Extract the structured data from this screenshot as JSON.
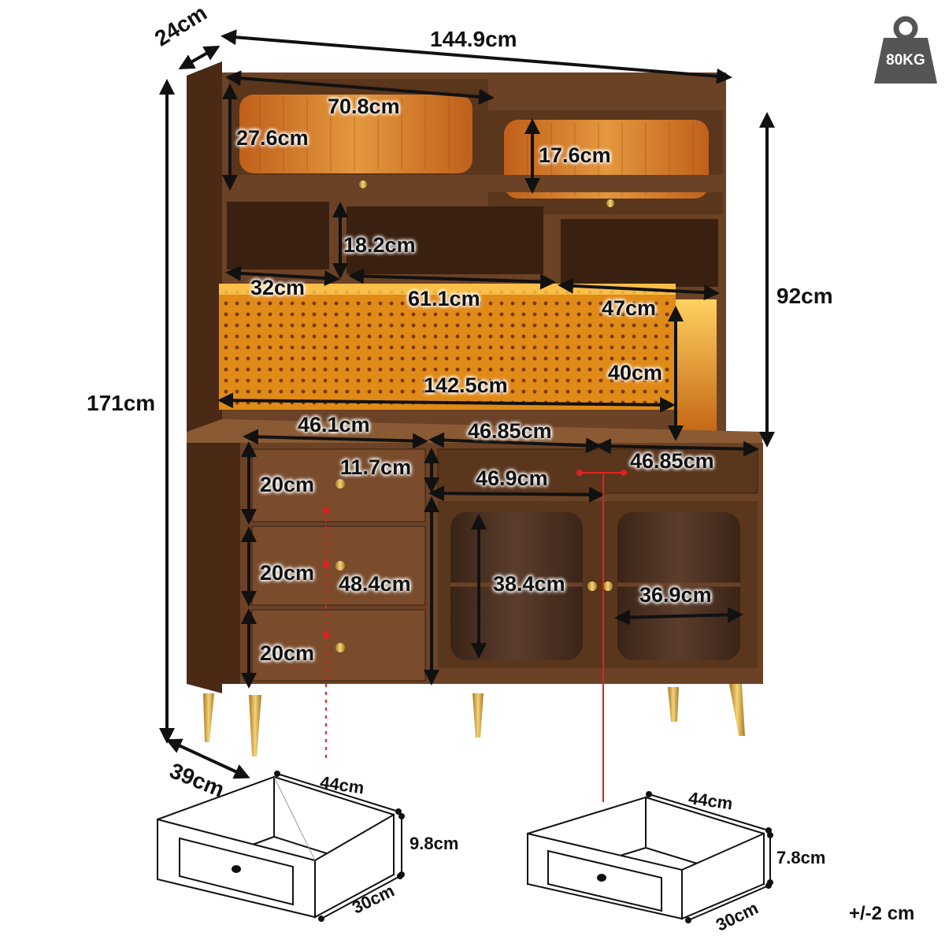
{
  "weight_badge": {
    "icon": "weight-icon",
    "label": "80KG",
    "color": "#555555"
  },
  "tolerance": "+/-2 cm",
  "colors": {
    "wood": "#6b4226",
    "wood_dark": "#3e2412",
    "gold": "#d4a93a",
    "led": "#f0a020",
    "arrow": "#111111",
    "guide": "#e02020"
  },
  "dimensions": {
    "total_width": "144.9cm",
    "depth_top": "24cm",
    "depth_bottom": "39cm",
    "total_height": "171cm",
    "hutch_height": "92cm",
    "top_cabinet_width": "70.8cm",
    "top_cabinet_height": "27.6cm",
    "top_door_height": "17.6cm",
    "open_shelf_height": "18.2cm",
    "left_shelf_width": "32cm",
    "mid_shelf_width": "61.1cm",
    "right_shelf_width": "47cm",
    "pegboard_height": "40cm",
    "pegboard_width": "142.5cm",
    "counter_left_width": "46.1cm",
    "counter_mid_width": "46.85cm",
    "right_drawer_width": "46.85cm",
    "drawer_front_height": "11.7cm",
    "cabinet_width": "46.9cm",
    "left_drawer_1": "20cm",
    "left_drawer_2": "20cm",
    "left_drawer_3": "20cm",
    "left_stack_height": "48.4cm",
    "cabinet_height": "38.4cm",
    "cabinet_shelf_width": "36.9cm"
  },
  "drawer_left": {
    "width": "44cm",
    "depth": "30cm",
    "height": "9.8cm"
  },
  "drawer_right": {
    "width": "44cm",
    "depth": "30cm",
    "height": "7.8cm"
  }
}
